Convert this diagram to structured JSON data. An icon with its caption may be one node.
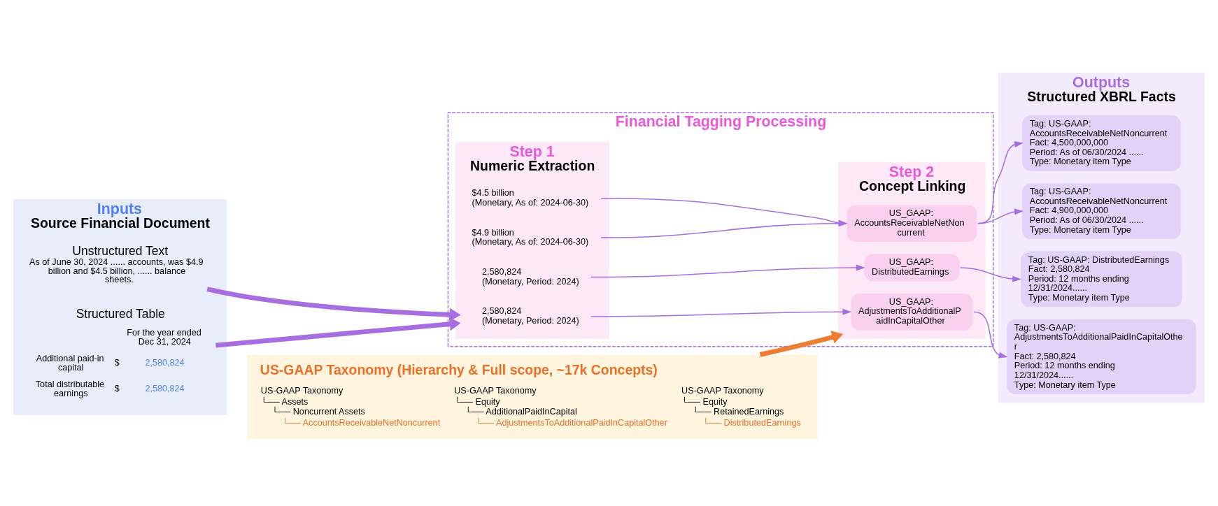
{
  "diagram": {
    "nodes": [
      {
        "text": [
          "Inputs",
          "Source Financial Document"
        ]
      },
      {
        "text": [
          "Structured Table",
          "For the year ended Dec 31, 2024",
          "Additional paid-in capital",
          "$",
          "2,580,824",
          "Total distributable earnings",
          "$",
          "2,580,824"
        ],
        "in": 0
      },
      {
        "text": [
          "Unstructured Text",
          "As of June 30, 2024 ...... accounts, was $4.9 billion and $4.5 billion, ...... balance sheets."
        ],
        "in": 0
      },
      {
        "text": [
          "Financial Tagging Processing"
        ]
      },
      {
        "text": [
          "Step 1",
          "Numeric Extraction"
        ],
        "in": 3
      },
      {
        "text": [
          "Step 2",
          "Concept Linking"
        ],
        "in": 3
      },
      {
        "text": [
          "2,580,824",
          "(Monetary, Period: 2024)"
        ],
        "in": 4
      },
      {
        "text": [
          "2,580,824",
          "(Monetary, Period: 2024)"
        ],
        "in": 4
      },
      {
        "text": [
          "$4.9 billion",
          "(Monetary, As of: 2024-06-30)"
        ],
        "in": 4
      },
      {
        "text": [
          "$4.5 billion",
          "(Monetary, As of: 2024-06-30)"
        ],
        "in": 4
      },
      {
        "text": [
          "US_GAAP: AdjustmentsToAdditionalPaidInCapitalOther"
        ],
        "in": 5
      },
      {
        "text": [
          "US_GAAP: DistributedEarnings"
        ],
        "in": 5
      },
      {
        "text": [
          "US_GAAP: AccountsReceivableNetNoncurrent"
        ],
        "in": 5
      },
      {
        "text": [
          "Outputs",
          "Structured XBRL Facts"
        ]
      },
      {
        "text": [
          "Tag: US-GAAP: AdjustmentsToAdditionalPaidInCapitalOther",
          "Fact: 2,580,824",
          "Period: 12 months ending 12/31/2024......",
          "Type: Monetary item Type"
        ],
        "in": 13
      },
      {
        "text": [
          "Tag: US-GAAP: DistributedEarnings",
          "Fact: 2,580,824",
          "Period: 12 months ending 12/31/2024......",
          "Type: Monetary item Type"
        ],
        "in": 13
      },
      {
        "text": [
          "Tag: US-GAAP: AccountsReceivableNetNoncurrent",
          "Fact: 4,900,000,000",
          "Period: As of 06/30/2024 ......",
          "Type: Monetary item Type"
        ],
        "in": 13
      },
      {
        "text": [
          "Tag: US-GAAP: AccountsReceivableNetNoncurrent",
          "Fact: 4,500,000,000",
          "Period: As of 06/30/2024 ......",
          "Type: Monetary item Type"
        ],
        "in": 13
      },
      {
        "text": [
          "US-GAAP Taxonomy (Hierarchy & Full scope, ~17k Concepts)",
          "US-GAAP Taxonomy",
          "└── Assets",
          "└── Noncurrent Assets",
          "└── AccountsReceivableNetNoncurrent",
          "US-GAAP Taxonomy",
          "└── Equity",
          "└── AdditionalPaidInCapital",
          "└── AdjustmentsToAdditionalPaidInCapitalOther",
          "US-GAAP Taxonomy",
          "└── Equity",
          "└── RetainedEarnings",
          "└── DistributedEarnings"
        ]
      }
    ],
    "edges": [
      {
        "from": 1,
        "to": 4,
        "arrow": "to",
        "style": "thick"
      },
      {
        "from": 2,
        "to": 4,
        "arrow": "to",
        "style": "thick"
      },
      {
        "from": 6,
        "to": 10,
        "arrow": "to"
      },
      {
        "from": 7,
        "to": 11,
        "arrow": "to"
      },
      {
        "from": 8,
        "to": 12,
        "arrow": "to"
      },
      {
        "from": 9,
        "to": 12,
        "arrow": "to"
      },
      {
        "from": 10,
        "to": 14,
        "arrow": "to"
      },
      {
        "from": 11,
        "to": 15,
        "arrow": "to"
      },
      {
        "from": 12,
        "to": 16,
        "arrow": "to"
      },
      {
        "from": 12,
        "to": 17,
        "arrow": "to"
      },
      {
        "from": 18,
        "to": 5,
        "arrow": "to",
        "style": "thick",
        "color": "#ed7d31"
      }
    ]
  }
}
